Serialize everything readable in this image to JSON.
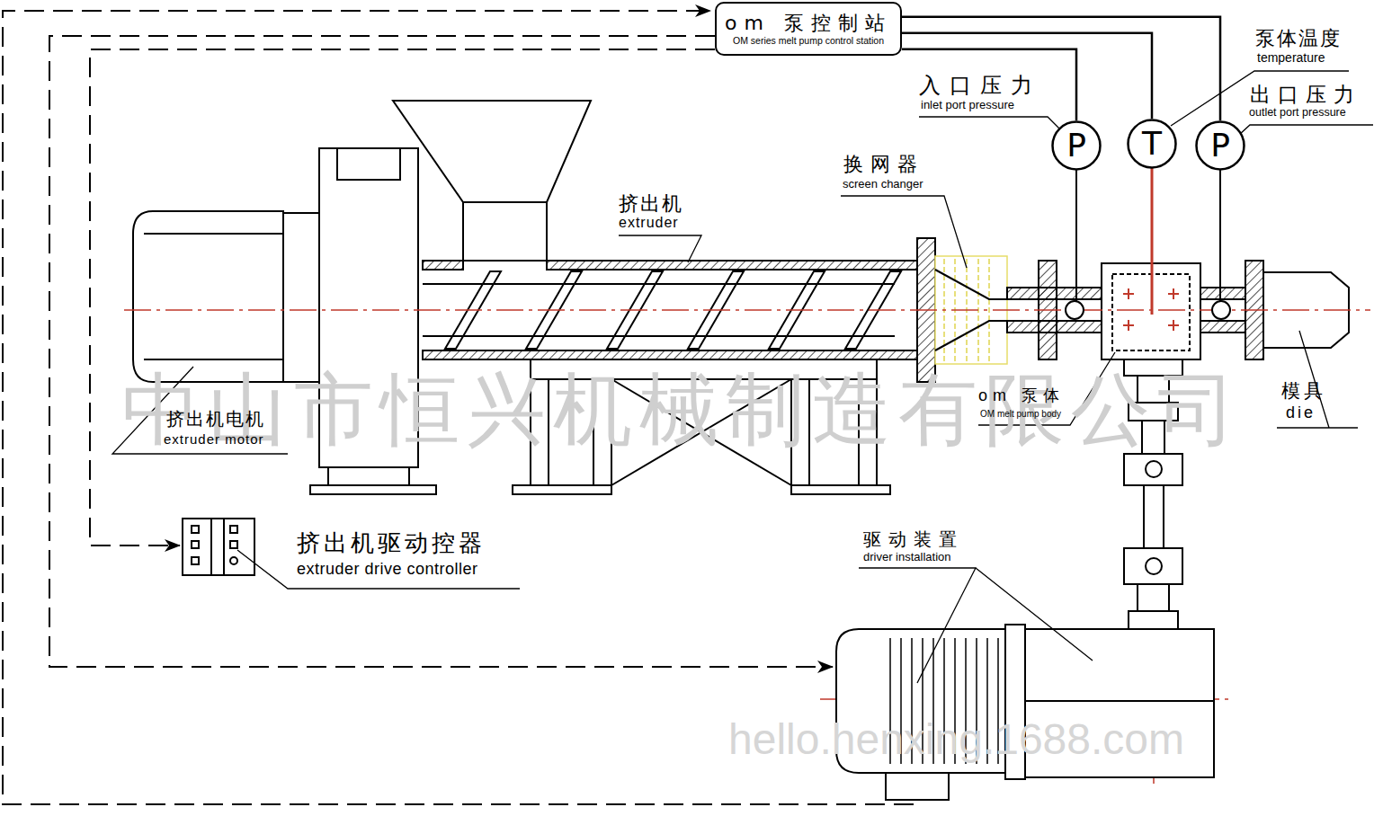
{
  "diagram": {
    "nodes": [
      {
        "text": [
          "om 泵控制站",
          "OM series melt pump control station"
        ]
      },
      {
        "text": [
          "P"
        ]
      },
      {
        "text": [
          "T"
        ]
      },
      {
        "text": [
          "P"
        ]
      }
    ],
    "edges": [
      {
        "from": 0,
        "to": 1,
        "arrow": "none"
      },
      {
        "from": 0,
        "to": 2,
        "arrow": "none"
      },
      {
        "from": 0,
        "to": 3,
        "arrow": "none"
      }
    ],
    "labels": [
      "入口压力",
      "inlet port pressure",
      "泵体温度",
      "temperature",
      "出口压力",
      "outlet port pressure",
      "换网器",
      "screen changer",
      "挤出机",
      "extruder",
      "om 泵体",
      "OM melt pump body",
      "模具",
      "die",
      "挤出机电机",
      "extruder motor",
      "挤出机驱动控器",
      "extruder drive controller",
      "驱动装置",
      "driver installation",
      "中山市恒兴机械制造有限公司",
      "hello.henxing.1688.com"
    ]
  }
}
